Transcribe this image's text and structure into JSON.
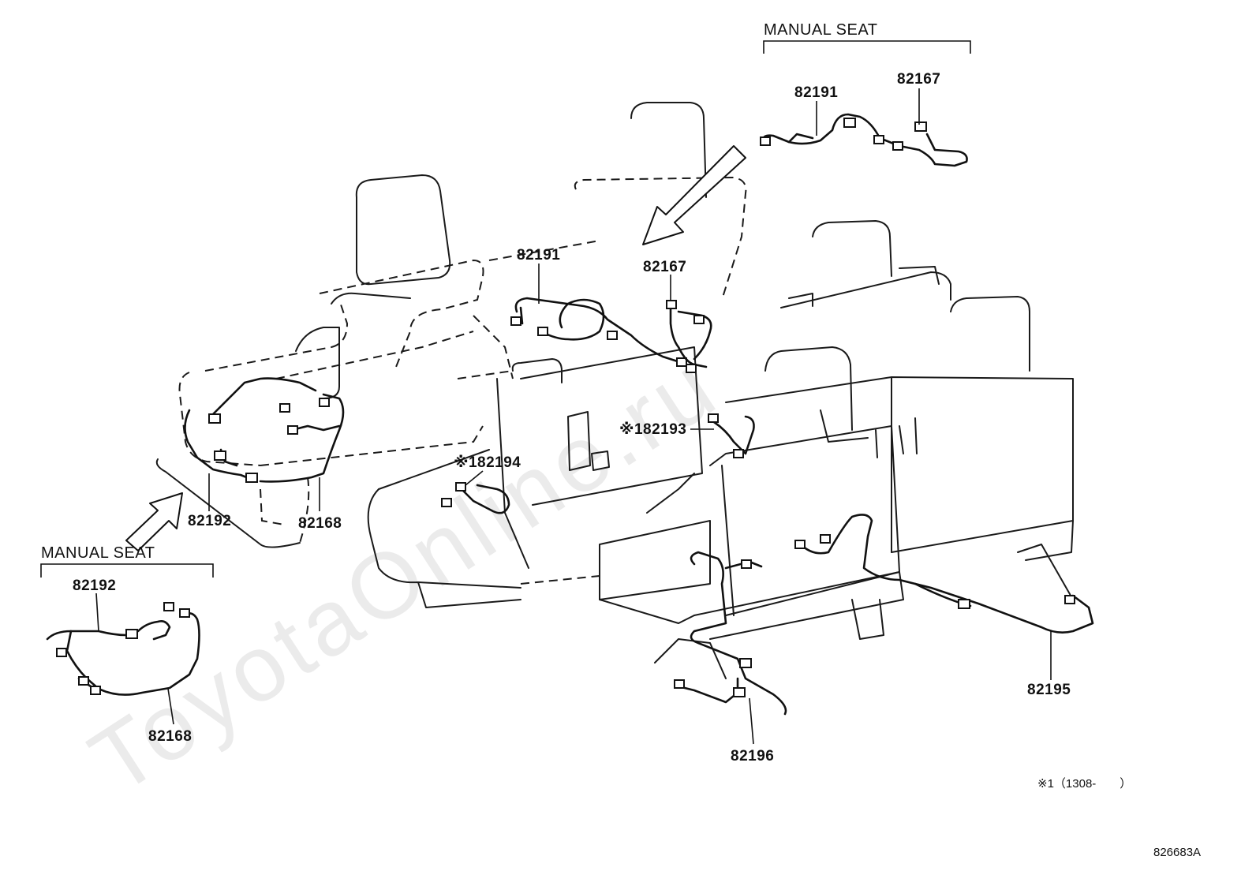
{
  "watermark": "ToyotaOnline.ru",
  "groups": {
    "manual_seat_top": {
      "header": "MANUAL SEAT"
    },
    "manual_seat_left": {
      "header": "MANUAL SEAT"
    }
  },
  "parts": [
    {
      "id": "p-82191-inset",
      "text": "82191"
    },
    {
      "id": "p-82167-inset",
      "text": "82167"
    },
    {
      "id": "p-82191-main",
      "text": "82191"
    },
    {
      "id": "p-82167-main",
      "text": "82167"
    },
    {
      "id": "p-82193",
      "text": "※182193"
    },
    {
      "id": "p-82194",
      "text": "※182194"
    },
    {
      "id": "p-82192-main",
      "text": "82192"
    },
    {
      "id": "p-82168-main",
      "text": "82168"
    },
    {
      "id": "p-82192-inset",
      "text": "82192"
    },
    {
      "id": "p-82168-inset",
      "text": "82168"
    },
    {
      "id": "p-82195",
      "text": "82195"
    },
    {
      "id": "p-82196",
      "text": "82196"
    }
  ],
  "footnote": "※1（1308-　　）",
  "diagram_code": "826683A"
}
